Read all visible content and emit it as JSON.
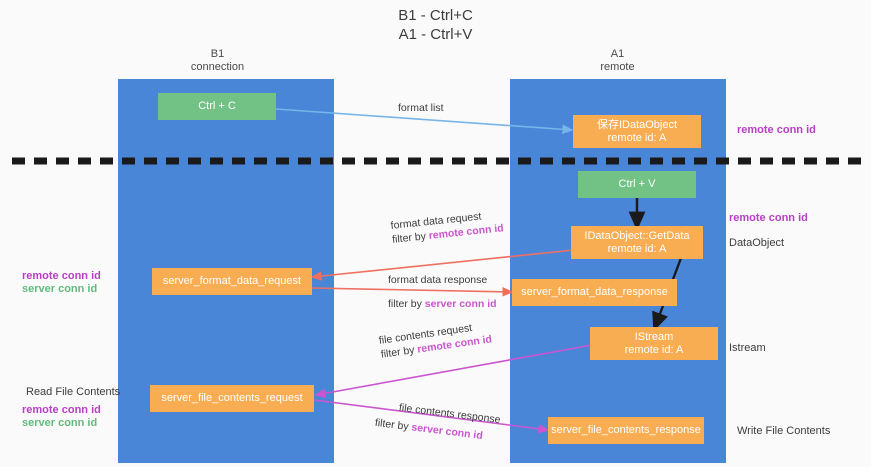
{
  "title": "B1 - Ctrl+C\nA1 - Ctrl+V",
  "columns": {
    "left": {
      "name": "B1",
      "sub": "connection",
      "label": "B1\nconnection"
    },
    "right": {
      "name": "A1",
      "sub": "remote",
      "label": "A1\nremote"
    }
  },
  "colors": {
    "lane": "#4a86d8",
    "green_box": "#72c285",
    "orange_box": "#f9ad53",
    "magenta": "#b83fc4",
    "green_text": "#62bb7c",
    "arrow_blue": "#77b5e8",
    "arrow_red": "#ef6f61",
    "arrow_magenta": "#cb55d0",
    "arrow_black": "#1a1a1a",
    "divider": "#1a1a1a",
    "background": "#fafafa"
  },
  "nodes": {
    "ctrl_c": "Ctrl + C",
    "ctrl_v": "Ctrl + V",
    "save_dataobject": "保存IDataObject\nremote id: A",
    "getdata": "IDataObject::GetData\nremote id: A",
    "istream": "IStream\nremote id: A",
    "server_format_data_request": "server_format_data_request",
    "server_format_data_response": "server_format_data_response",
    "server_file_contents_request": "server_file_contents_request",
    "server_file_contents_response": "server_file_contents_response"
  },
  "edges": {
    "format_list": "format list",
    "format_data_request": "format data request",
    "format_data_request_filter_prefix": "filter by ",
    "format_data_request_filter_key": "remote conn id",
    "format_data_response": "format data response",
    "format_data_response_filter_prefix": "filter by ",
    "format_data_response_filter_key": "server conn id",
    "file_contents_request": "file contents request",
    "file_contents_request_filter_prefix": "filter by ",
    "file_contents_request_filter_key": "remote conn id",
    "file_contents_response": "file contents response",
    "file_contents_response_filter_prefix": "filter by ",
    "file_contents_response_filter_key": "server conn id"
  },
  "annotations": {
    "right_remote_conn_id_top": "remote conn id",
    "right_remote_conn_id_mid": "remote conn id",
    "right_dataobject": "DataObject",
    "right_istream": "Istream",
    "right_write_file_contents": "Write File Contents",
    "left_remote_conn_id": "remote conn id",
    "left_server_conn_id": "server conn id",
    "left_read_file_contents": "Read File Contents",
    "left_remote_conn_id_2": "remote conn id",
    "left_server_conn_id_2": "server conn id"
  }
}
